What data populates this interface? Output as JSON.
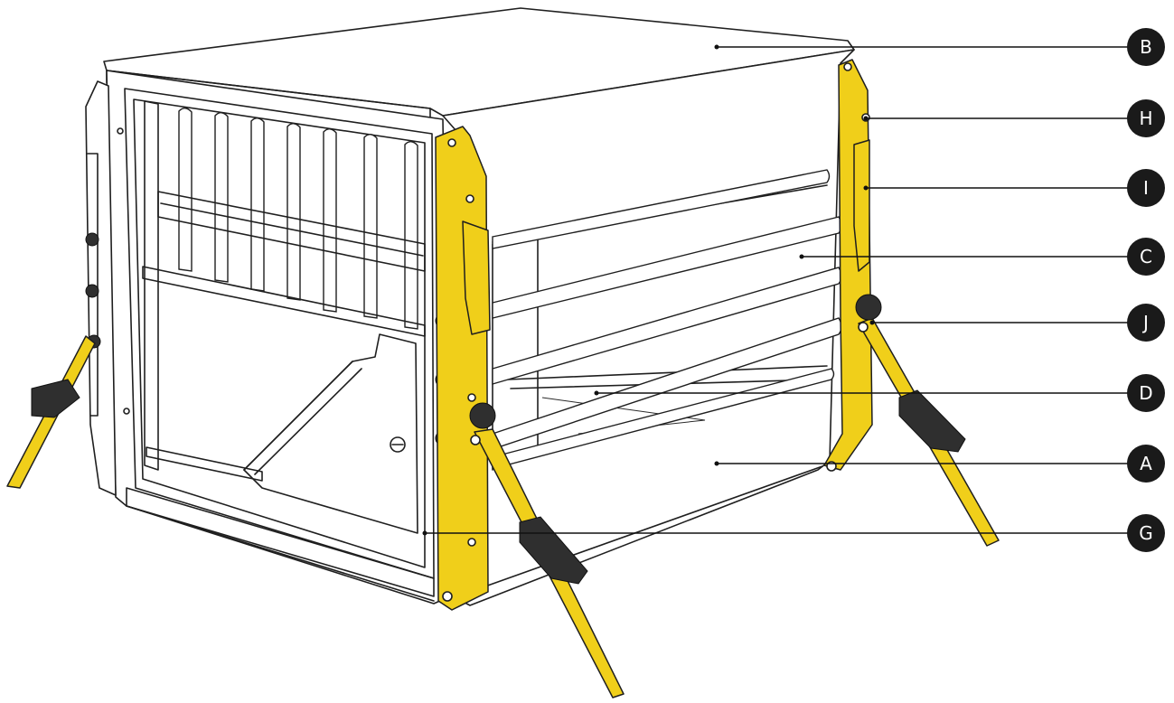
{
  "labels": {
    "A": "A",
    "B": "B",
    "C": "C",
    "D": "D",
    "G": "G",
    "H": "H",
    "I": "I",
    "J": "J"
  },
  "colors": {
    "accent_yellow": "#f0cf1a",
    "line": "#1f1f1f",
    "knob": "#2f2f2f",
    "badge": "#1a1a1a"
  }
}
